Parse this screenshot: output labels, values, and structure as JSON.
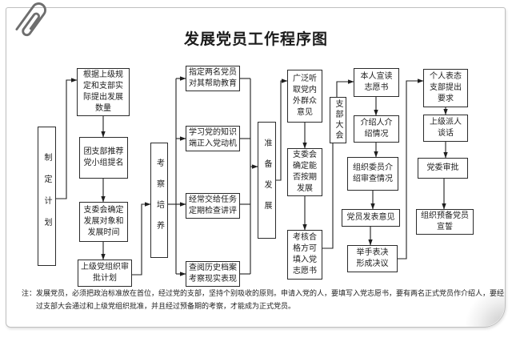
{
  "title": "发展党员工作程序图",
  "note": {
    "label": "注：",
    "lines": [
      "发展党员，必须把政治标准放在首位，经过党的支部，坚持个别吸收的原则。申请入党的人，要填写入党志愿书，要有两名正式党员作介绍人，要经",
      "过支部大会通过和上级党组织批准，并且经过预备期的考察，才能成为正式党员。"
    ]
  },
  "colors": {
    "line": "#1f1f1f",
    "box_border": "#2b2b2b",
    "text": "#1c1c1c",
    "paper_edge": "#bfbfbf",
    "paperclip": "#6e6e6e"
  },
  "nodes": [
    {
      "id": "plan",
      "text": "制定计划"
    },
    {
      "id": "quota",
      "text": "根据上级规\n定和支部实\n际提出发展\n数量"
    },
    {
      "id": "recommend",
      "text": "团支部推荐\n党小组提名"
    },
    {
      "id": "confirm-targets",
      "text": "支委会确定\n发展对象和\n发展时间"
    },
    {
      "id": "approve-plan",
      "text": "上级党组织审\n批计划"
    },
    {
      "id": "cultivate",
      "text": "考察培养"
    },
    {
      "id": "helpers",
      "text": "指定两名党员\n对其帮助教育"
    },
    {
      "id": "study",
      "text": "学习党的知识\n端正入党动机"
    },
    {
      "id": "tasks",
      "text": "经常交给任务\n定期检查讲评"
    },
    {
      "id": "archives",
      "text": "查阅历史档案\n考察现实表现"
    },
    {
      "id": "prepare",
      "text": "准备发展"
    },
    {
      "id": "opinions",
      "text": "广泛听\n取党内\n外群众\n意见"
    },
    {
      "id": "schedule",
      "text": "支委会\n确定能\n否按期\n发展"
    },
    {
      "id": "qualified",
      "text": "考核合\n格方可\n填入党\n志愿书"
    },
    {
      "id": "branch-meeting",
      "text": "支部大会"
    },
    {
      "id": "read-application",
      "text": "本人宣读\n志愿书"
    },
    {
      "id": "introducers",
      "text": "介绍人介\n绍情况"
    },
    {
      "id": "committee-review",
      "text": "组织委员介\n绍审查情况"
    },
    {
      "id": "member-opinions",
      "text": "党员发表意见"
    },
    {
      "id": "vote",
      "text": "举手表决\n形成决议"
    },
    {
      "id": "personal-statement",
      "text": "个人表态\n支部提出\n要求"
    },
    {
      "id": "superior-talk",
      "text": "上级派人\n谈话"
    },
    {
      "id": "committee-approval",
      "text": "党委审批"
    },
    {
      "id": "oath",
      "text": "组织预备党员\n宣誓"
    }
  ]
}
